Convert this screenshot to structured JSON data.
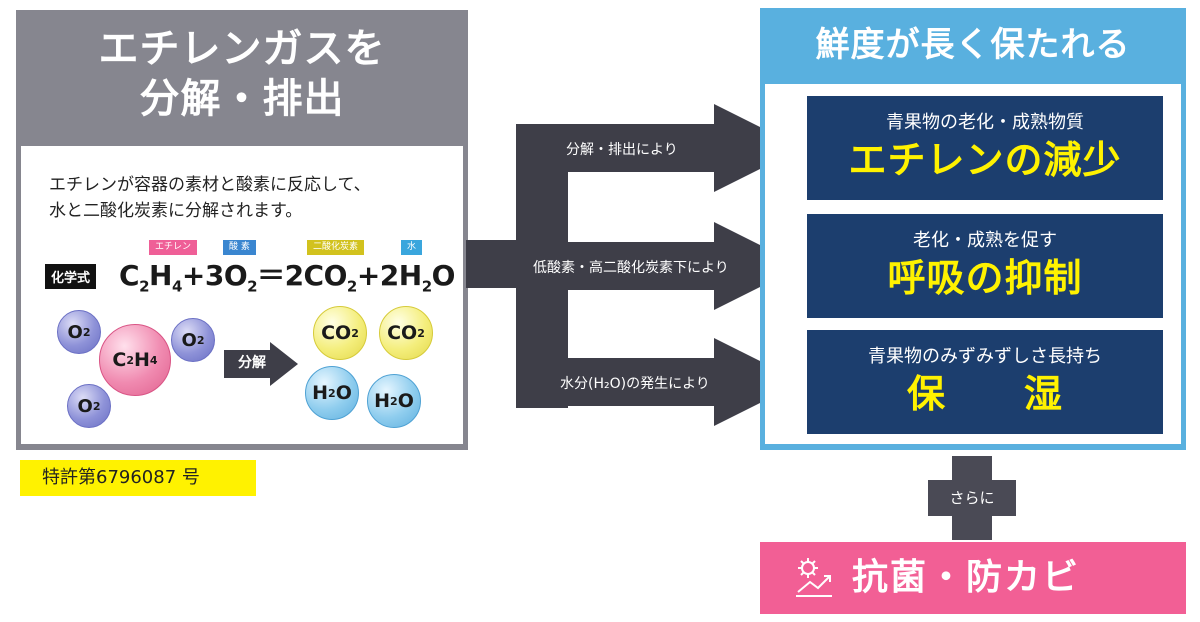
{
  "left": {
    "title_line1": "エチレンガスを",
    "title_line2": "分解・排出",
    "description_line1": "エチレンが容器の素材と酸素に反応して、",
    "description_line2": "水と二酸化炭素に分解されます。",
    "formula_label": "化学式",
    "tags": {
      "ethylene": "エチレン",
      "oxygen": "酸 素",
      "co2": "二酸化炭素",
      "water": "水"
    },
    "formula": {
      "c": "C",
      "c_sub": "2",
      "h": "H",
      "h_sub": "4",
      "plus1": "+3O",
      "o_sub": "2",
      "eq": "＝2CO",
      "co_sub": "2",
      "plus2": "+2H",
      "h2_sub": "2",
      "o_end": "O"
    },
    "molecules": {
      "o2": "O",
      "o2_sub": "2",
      "c2h4_c": "C",
      "c2h4_c_sub": "2",
      "c2h4_h": "H",
      "c2h4_h_sub": "4",
      "co2": "CO",
      "co2_sub": "2",
      "h2o_h": "H",
      "h2o_h_sub": "2",
      "h2o_o": "O"
    },
    "decompose_label": "分解",
    "patent": "特許第6796087 号"
  },
  "arrows": {
    "top": "分解・排出により",
    "middle": "低酸素・高二酸化炭素下により",
    "bottom": "水分(H₂O)の発生により"
  },
  "right": {
    "title": "鮮度が長く保たれる",
    "effects": [
      {
        "sub": "青果物の老化・成熟物質",
        "main": "エチレンの減少"
      },
      {
        "sub": "老化・成熟を促す",
        "main": "呼吸の抑制"
      },
      {
        "sub": "青果物のみずみずしさ長持ち",
        "main": "保　　湿"
      }
    ],
    "plus_label": "さらに",
    "antibacterial": "抗菌・防カビ"
  },
  "colors": {
    "gray_panel": "#86868f",
    "blue_panel": "#59b0df",
    "navy_box": "#1c3e6e",
    "highlight_yellow": "#fff200",
    "pink_bar": "#f25f95",
    "arrow_dark": "#3e3e48"
  }
}
